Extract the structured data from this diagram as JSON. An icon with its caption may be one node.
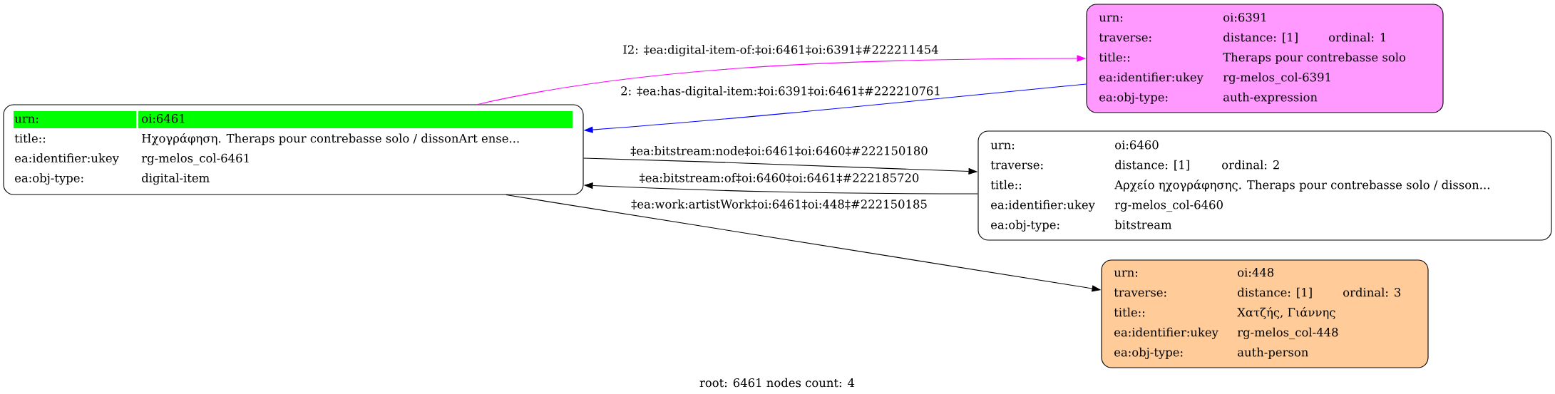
{
  "diagram": {
    "caption": "root: 6461 nodes count: 4",
    "nodes": [
      {
        "text": [
          "urn:",
          "oi:6461",
          "title::",
          "Ηχογράφηση. Theraps pour contrebasse solo / dissonArt ense...",
          "ea:identifier:ukey",
          "rg-melos_col-6461",
          "ea:obj-type:",
          "digital-item"
        ]
      },
      {
        "text": [
          "urn:",
          "oi:6391",
          "traverse:",
          "distance: [1]",
          "ordinal: 1",
          "title::",
          "Theraps pour contrebasse solo",
          "ea:identifier:ukey",
          "rg-melos_col-6391",
          "ea:obj-type:",
          "auth-expression"
        ]
      },
      {
        "text": [
          "urn:",
          "oi:6460",
          "traverse:",
          "distance: [1]",
          "ordinal: 2",
          "title::",
          "Αρχείο ηχογράφησης. Theraps pour contrebasse solo / disson...",
          "ea:identifier:ukey",
          "rg-melos_col-6460",
          "ea:obj-type:",
          "bitstream"
        ]
      },
      {
        "text": [
          "urn:",
          "oi:448",
          "traverse:",
          "distance: [1]",
          "ordinal: 3",
          "title::",
          "Χατζής, Γιάννης",
          "ea:identifier:ukey",
          "rg-melos_col-448",
          "ea:obj-type:",
          "auth-person"
        ]
      }
    ],
    "edges": [
      {
        "from": 0,
        "to": 1,
        "arrow": "to",
        "label": "I2: ‡ea:digital-item-of:‡oi:6461‡oi:6391‡#222211454",
        "color": "#ff00ff"
      },
      {
        "from": 1,
        "to": 0,
        "arrow": "to",
        "label": "2: ‡ea:has-digital-item:‡oi:6391‡oi:6461‡#222210761",
        "color": "#0000ff"
      },
      {
        "from": 0,
        "to": 2,
        "arrow": "to",
        "label": "‡ea:bitstream:node‡oi:6461‡oi:6460‡#222150180"
      },
      {
        "from": 2,
        "to": 0,
        "arrow": "to",
        "label": "‡ea:bitstream:of‡oi:6460‡oi:6461‡#222185720"
      },
      {
        "from": 0,
        "to": 3,
        "arrow": "to",
        "label": "‡ea:work:artistWork‡oi:6461‡oi:448‡#222150185"
      }
    ]
  }
}
